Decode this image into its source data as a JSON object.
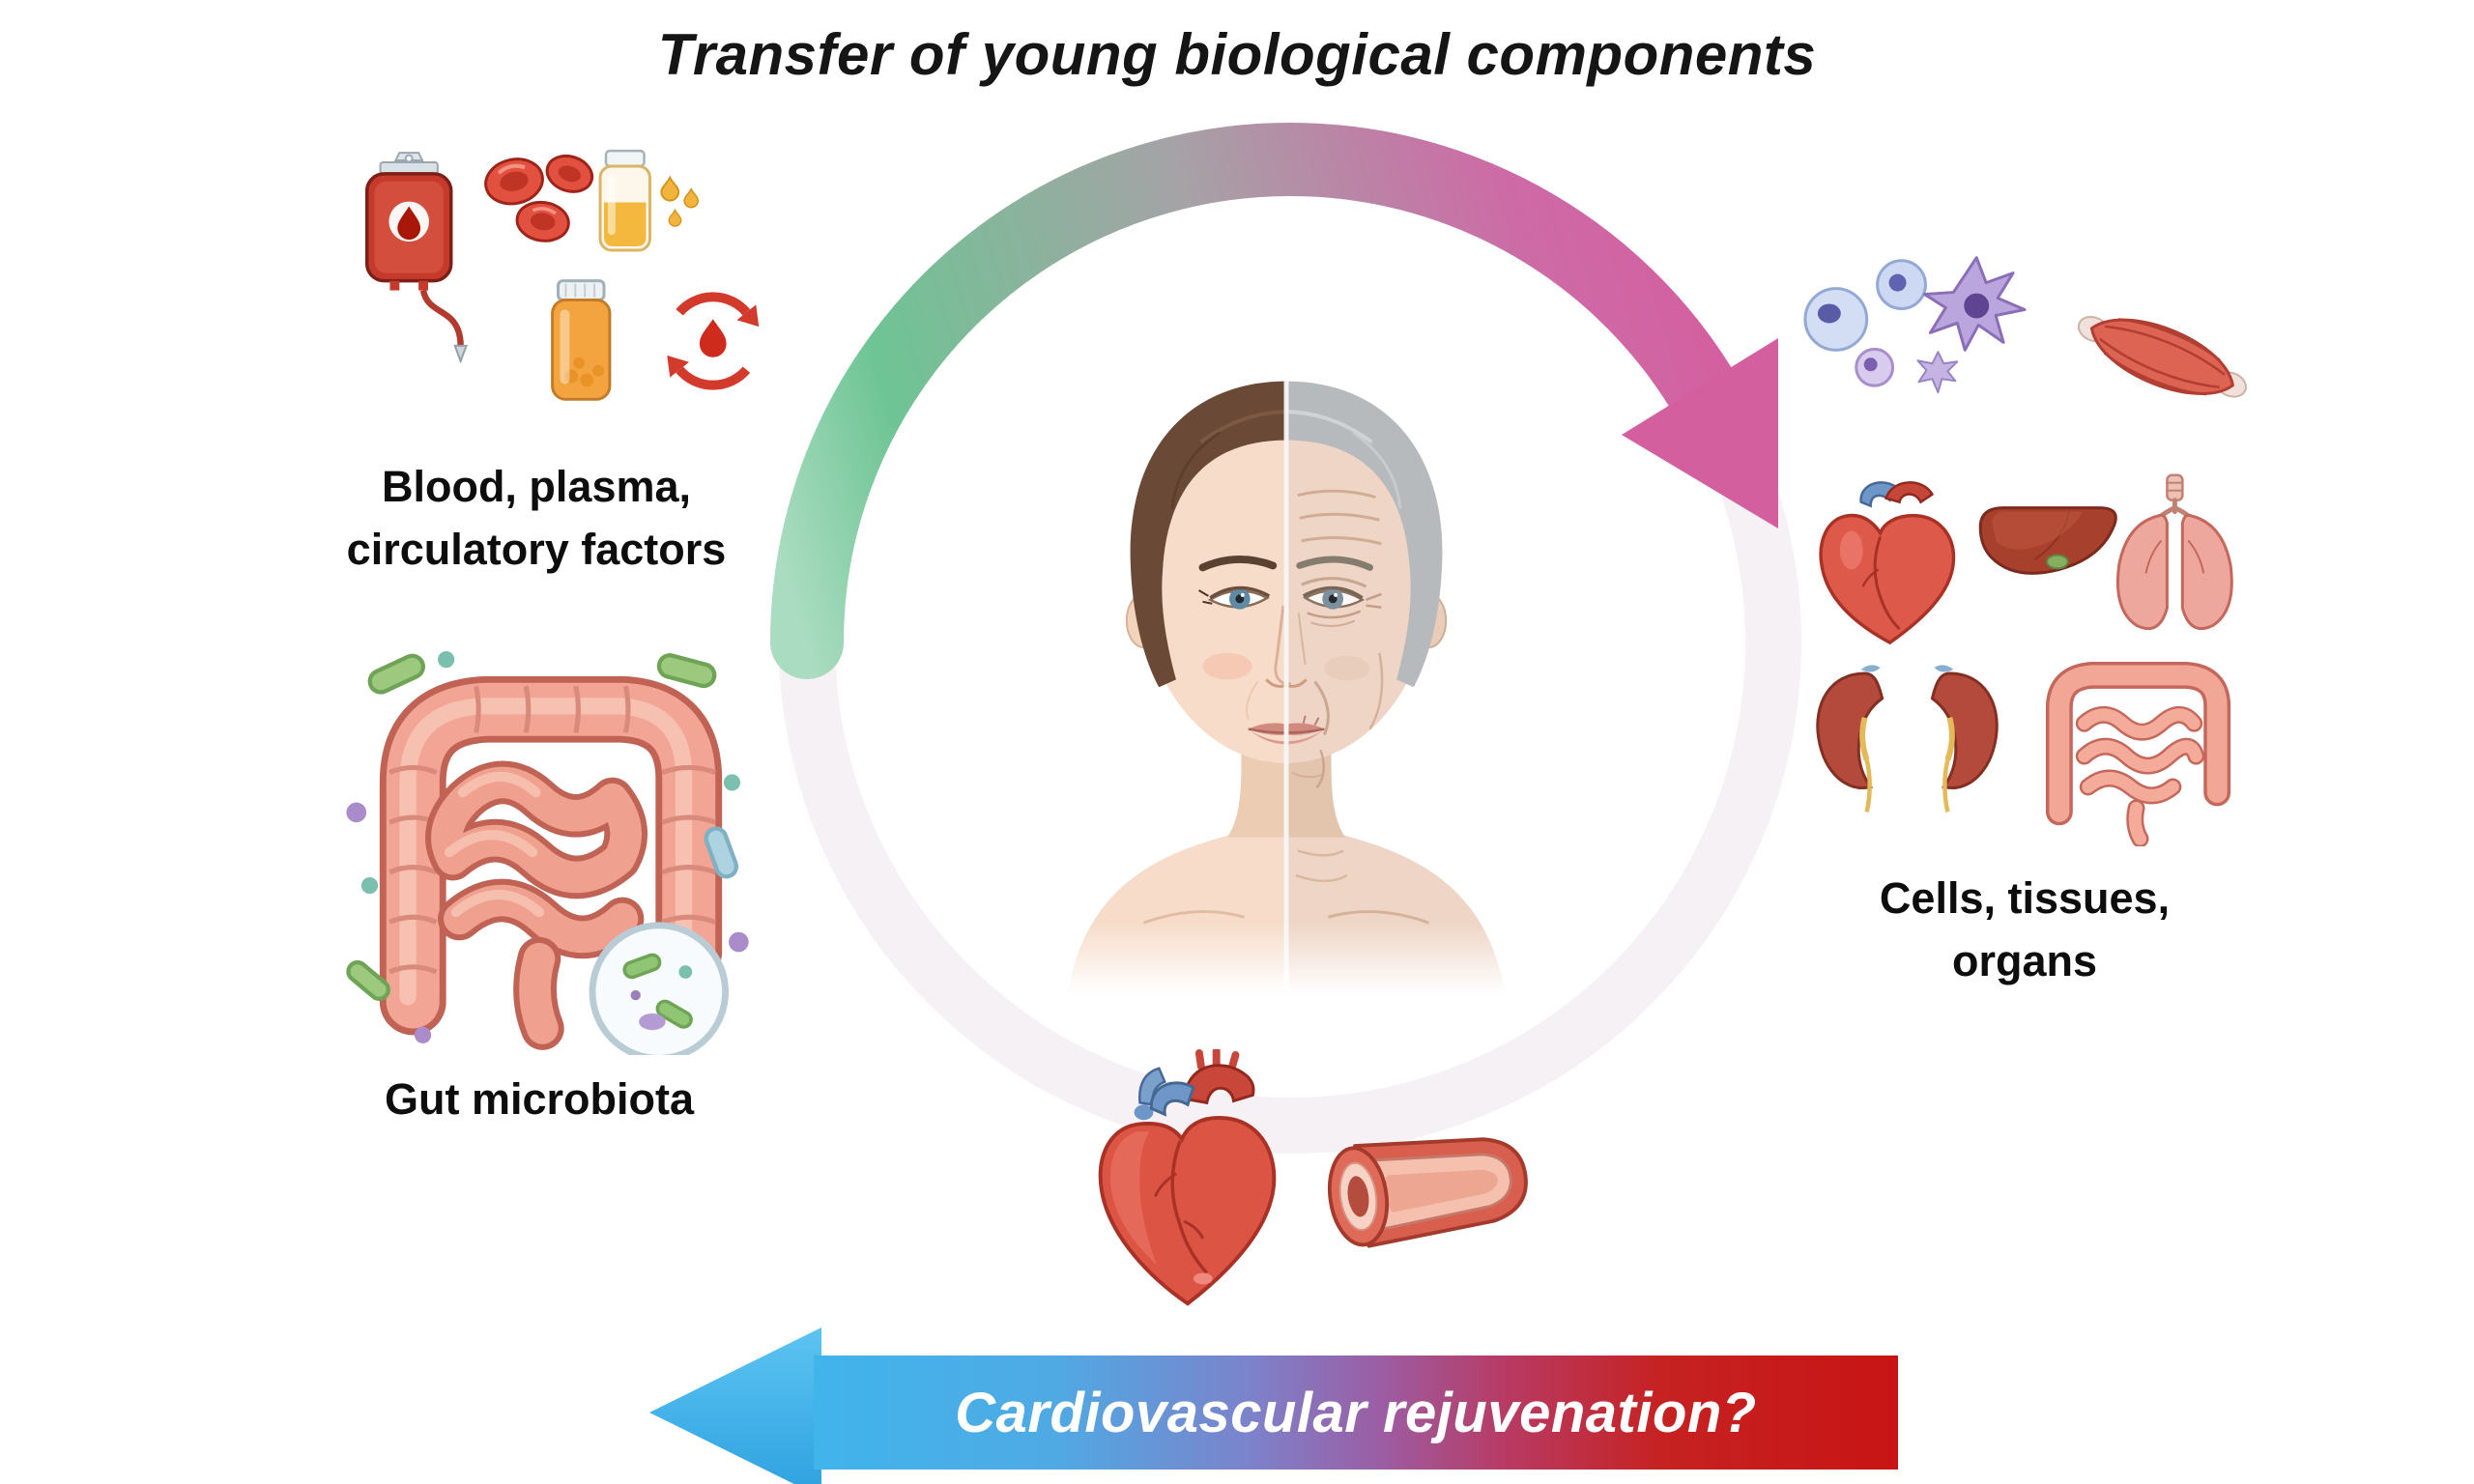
{
  "title": "Transfer of young biological components",
  "labels": {
    "blood_line1": "Blood, plasma,",
    "blood_line2": "circulatory factors",
    "gut": "Gut microbiota",
    "cells_line1": "Cells, tissues,",
    "cells_line2": "organs",
    "rejuvenation": "Cardiovascular rejuvenation?"
  },
  "icons": {
    "left_top": [
      "blood-bag-icon",
      "red-blood-cells-icon",
      "plasma-vial-icon",
      "droplets-icon",
      "pill-bottle-icon",
      "circulation-arrows-icon"
    ],
    "left_bottom": [
      "intestine-icon",
      "microbes-icon",
      "microbe-dish-icon"
    ],
    "center": [
      "young-old-face-illustration",
      "transfer-arc-arrow-icon"
    ],
    "right": [
      "cells-icon",
      "muscle-icon",
      "heart-icon",
      "liver-icon",
      "lungs-icon",
      "kidneys-icon",
      "intestine-small-icon"
    ],
    "bottom": [
      "heart-anatomy-icon",
      "blood-vessel-icon",
      "left-arrow-icon"
    ]
  },
  "colors": {
    "arc_gradient_start": "#6ec494",
    "arc_gradient_mid": "#a5a3a6",
    "arc_gradient_end": "#d45f9f",
    "bottom_arrow_blue": "#41b4ec",
    "bottom_arrow_red": "#c81414",
    "background": "#ffffff",
    "text": "#111111"
  }
}
